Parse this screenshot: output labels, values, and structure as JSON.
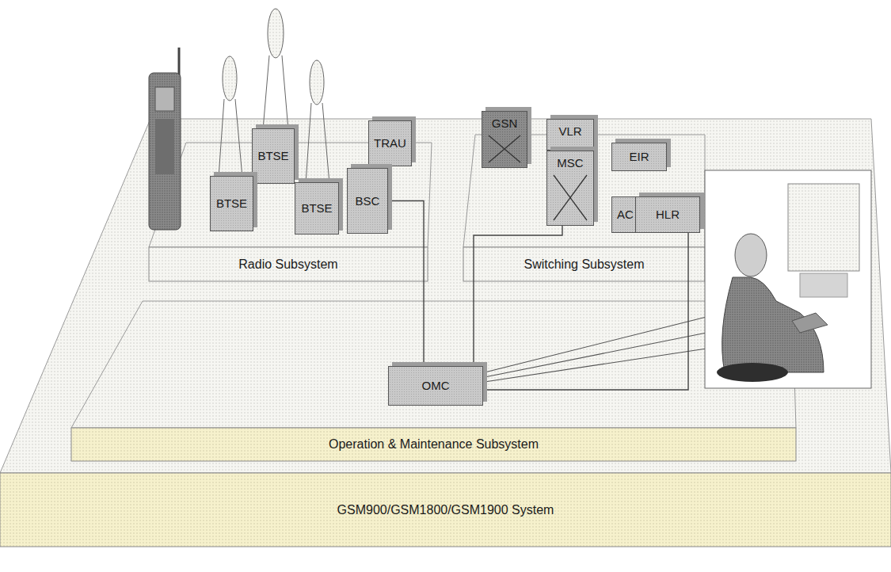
{
  "diagram": {
    "nodes": [
      {
        "text": [
          "GSM900/GSM1800/GSM1900 System"
        ]
      },
      {
        "text": [
          "Radio Subsystem"
        ],
        "in": 0
      },
      {
        "text": [
          "BTSE"
        ],
        "in": 1
      },
      {
        "text": [
          "TRAU"
        ],
        "in": 1
      },
      {
        "text": [
          "BTSE"
        ],
        "in": 1
      },
      {
        "text": [
          "BTSE"
        ],
        "in": 1
      },
      {
        "text": [
          "BSC"
        ],
        "in": 1
      },
      {
        "text": [
          "Switching Subsystem"
        ],
        "in": 0
      },
      {
        "text": [
          "GSN"
        ],
        "in": 7
      },
      {
        "text": [
          "VLR"
        ],
        "in": 7
      },
      {
        "text": [
          "MSC"
        ],
        "in": 7
      },
      {
        "text": [
          "EIR"
        ],
        "in": 7
      },
      {
        "text": [
          "AC"
        ],
        "in": 7
      },
      {
        "text": [
          "HLR"
        ],
        "in": 7
      },
      {
        "text": [
          "Operation & Maintenance Subsystem"
        ],
        "in": 0
      },
      {
        "text": [
          "OMC"
        ],
        "in": 14
      }
    ],
    "edges": [
      {
        "from": 15,
        "to": 6,
        "arrow": "none"
      },
      {
        "from": 15,
        "to": 10,
        "arrow": "none"
      },
      {
        "from": 15,
        "to": 13,
        "arrow": "none"
      }
    ]
  }
}
